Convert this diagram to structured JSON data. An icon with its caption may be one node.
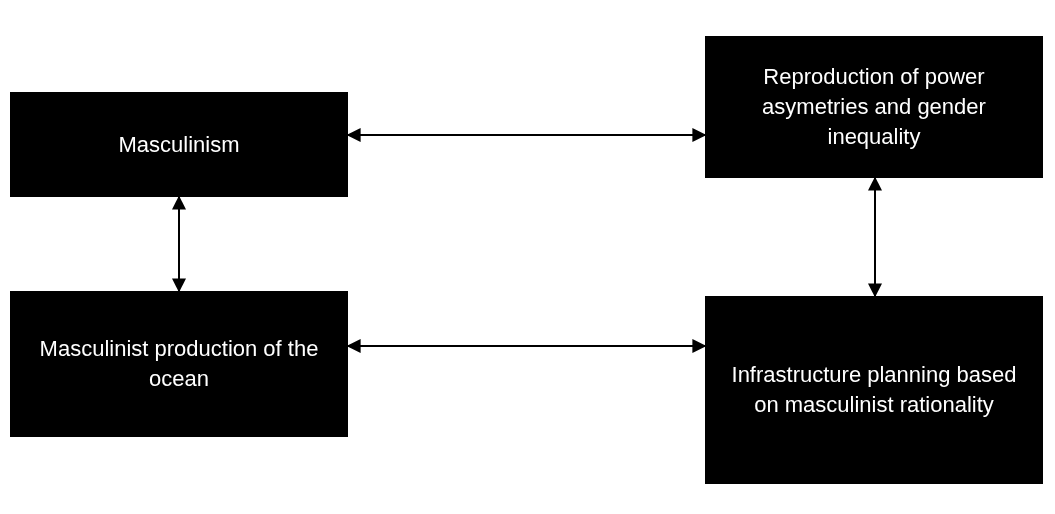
{
  "diagram": {
    "nodes": [
      {
        "text": [
          "Masculinism"
        ]
      },
      {
        "text": [
          "Reproduction of power asymetries and gender inequality"
        ]
      },
      {
        "text": [
          "Masculinist production of the ocean"
        ]
      },
      {
        "text": [
          "Infrastructure planning based on masculinist rationality"
        ]
      }
    ],
    "edges": [
      {
        "from": 0,
        "to": 1,
        "arrow": "both"
      },
      {
        "from": 0,
        "to": 2,
        "arrow": "both"
      },
      {
        "from": 1,
        "to": 3,
        "arrow": "both"
      },
      {
        "from": 2,
        "to": 3,
        "arrow": "both"
      }
    ]
  }
}
